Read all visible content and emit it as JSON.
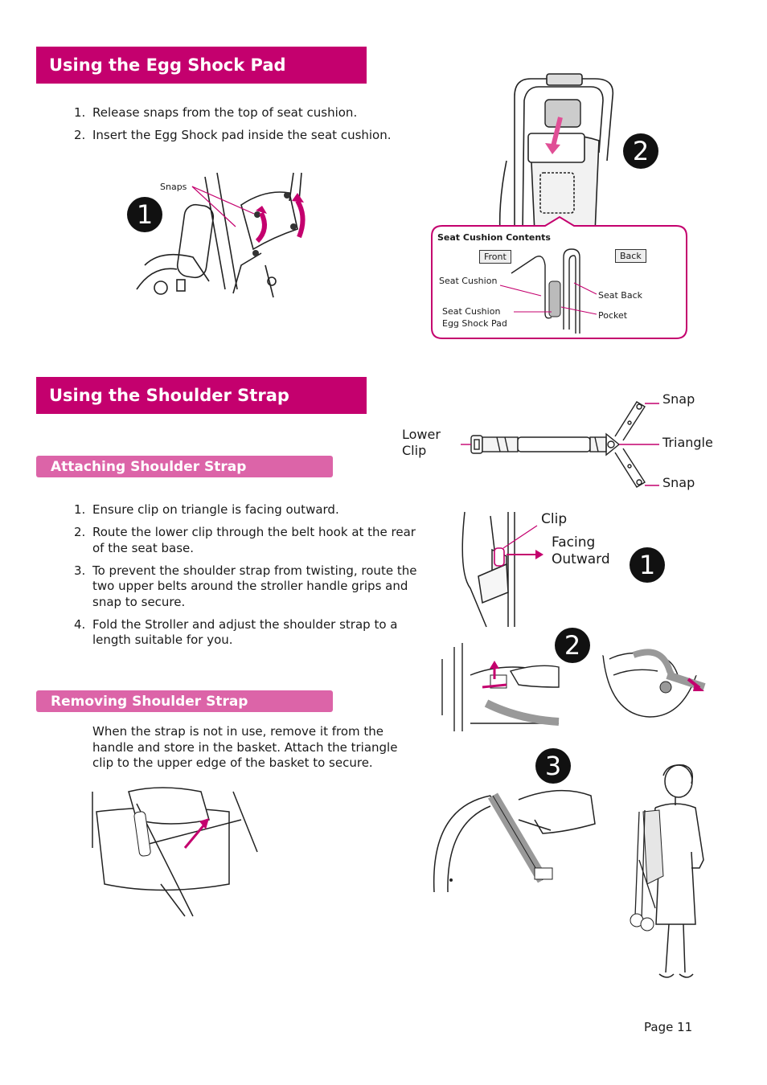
{
  "egg_section": {
    "title": "Using the Egg Shock Pad",
    "steps": [
      {
        "num": "1.",
        "text": "Release snaps from the top of seat cushion."
      },
      {
        "num": "2.",
        "text": "Insert the Egg Shock pad inside the seat cushion."
      }
    ],
    "fig1": {
      "number": "1",
      "snaps_label": "Snaps"
    },
    "fig2": {
      "number": "2"
    },
    "contents_box": {
      "title": "Seat Cushion Contents",
      "front": "Front",
      "back": "Back",
      "seat_cushion": "Seat Cushion",
      "seat_back": "Seat Back",
      "seat_cushion_2": "Seat Cushion",
      "egg_shock_pad": "Egg Shock Pad",
      "pocket": "Pocket"
    }
  },
  "strap_section": {
    "title": "Using the Shoulder Strap",
    "diagram": {
      "lower": "Lower",
      "clip": "Clip",
      "snap_top": "Snap",
      "triangle": "Triangle",
      "snap_bottom": "Snap"
    },
    "attaching": {
      "title": "Attaching Shoulder Strap",
      "steps": [
        {
          "num": "1.",
          "text": "Ensure clip on triangle is facing outward."
        },
        {
          "num": "2.",
          "text": "Route the lower clip through the belt hook at the rear of the seat base."
        },
        {
          "num": "3.",
          "text": "To prevent the shoulder strap from twisting, route the two upper belts around the stroller handle grips and snap to secure."
        },
        {
          "num": "4.",
          "text": "Fold the Stroller and adjust the shoulder strap to a length suitable for you."
        }
      ]
    },
    "removing": {
      "title": "Removing Shoulder Strap",
      "text": "When the strap is not in use, remove it from the handle and store in the basket. Attach the triangle clip to the upper edge of the basket to secure."
    },
    "fig1": {
      "number": "1",
      "clip": "Clip",
      "facing": "Facing",
      "outward": "Outward"
    },
    "fig2": {
      "number": "2"
    },
    "fig3": {
      "number": "3"
    }
  },
  "footer": {
    "page": "Page 11"
  },
  "colors": {
    "accent": "#c4006e",
    "accent_light": "#dc64a8"
  }
}
